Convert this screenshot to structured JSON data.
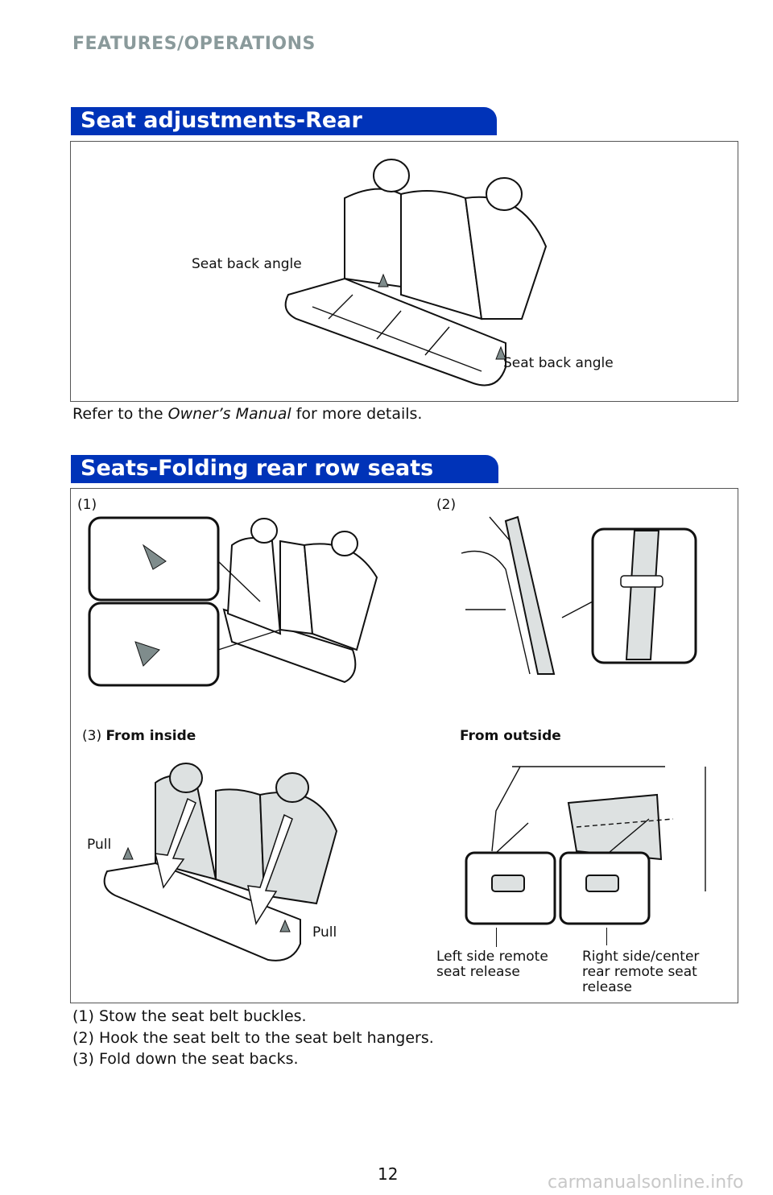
{
  "page": {
    "section": "FEATURES/OPERATIONS",
    "number": "12"
  },
  "colors": {
    "banner": "#0033b8",
    "section_header": "#8a9a9b"
  },
  "seat_adjustments": {
    "title": "Seat adjustments-Rear",
    "labels": {
      "left": "Seat back angle",
      "right": "Seat back angle"
    },
    "note_prefix": "Refer to the ",
    "note_italic": "Owner’s Manual",
    "note_suffix": " for more details."
  },
  "folding": {
    "title": "Seats-Folding rear row seats",
    "step1_tag": "(1)",
    "step2_tag": "(2)",
    "step3_tag": "(3)",
    "from_inside": "From inside",
    "from_outside": "From outside",
    "pull_left": "Pull",
    "pull_right": "Pull",
    "left_release": [
      "Left side remote",
      "seat release"
    ],
    "right_release": [
      "Right side/center",
      "rear remote seat",
      "release"
    ],
    "steps": [
      "(1) Stow the seat belt buckles.",
      "(2) Hook the seat belt to the seat belt hangers.",
      "(3) Fold down the seat backs."
    ]
  },
  "watermark": "carmanualsonline.info"
}
